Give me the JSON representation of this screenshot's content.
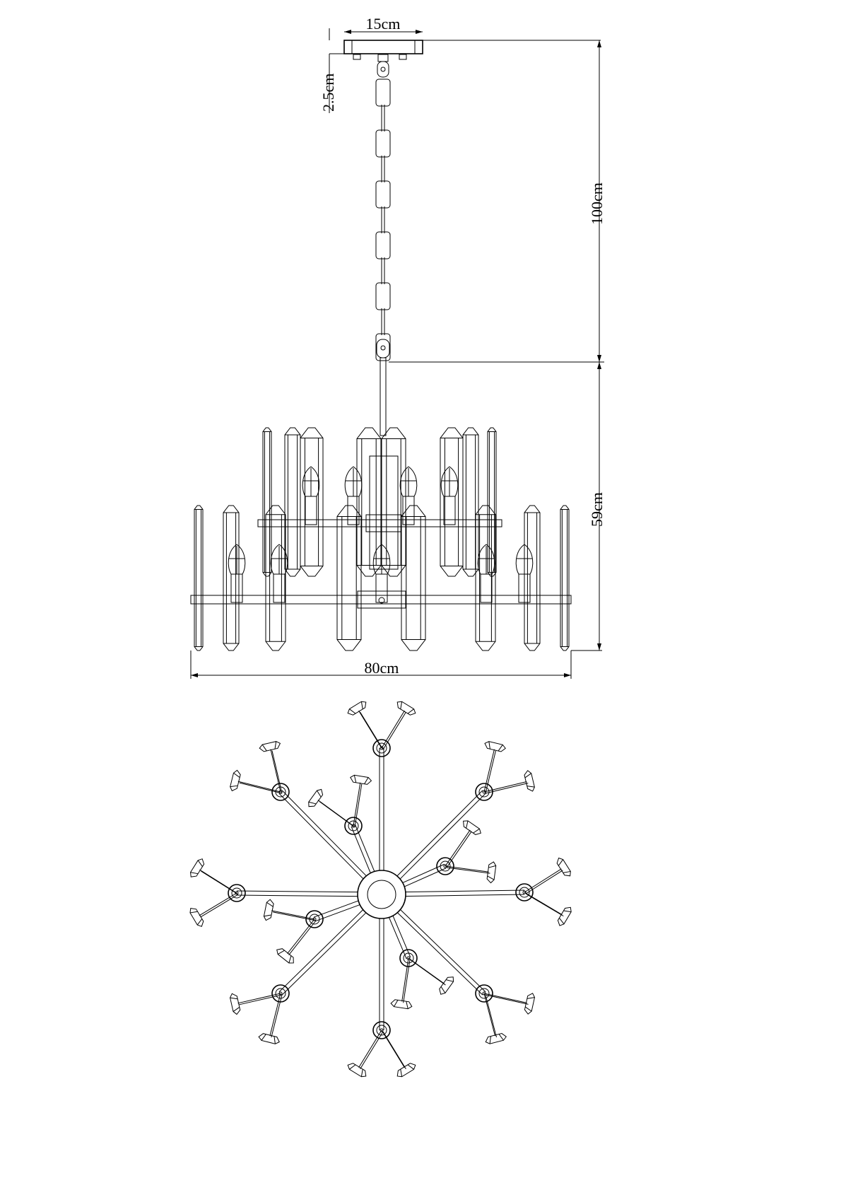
{
  "title": "Chandelier dimension drawing",
  "dimensions": {
    "canopy_width": "15cm",
    "canopy_height": "2.5cm",
    "chain_length": "100cm",
    "body_height": "59cm",
    "body_diameter": "80cm"
  },
  "colors": {
    "line": "#000000",
    "background": "#ffffff"
  }
}
